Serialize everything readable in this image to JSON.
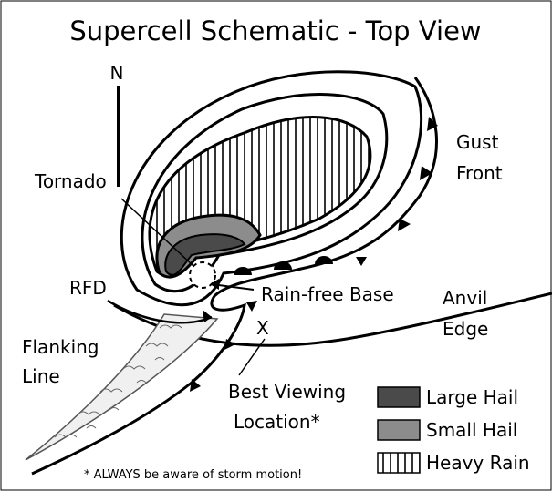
{
  "title": "Supercell Schematic - Top View",
  "north": "N",
  "labels": {
    "tornado": "Tornado",
    "gust_front_1": "Gust",
    "gust_front_2": "Front",
    "rfd": "RFD",
    "rain_free_base": "Rain-free Base",
    "anvil_1": "Anvil",
    "anvil_2": "Edge",
    "flanking_1": "Flanking",
    "flanking_2": "Line",
    "best_view_marker": "X",
    "best_view_1": "Best Viewing",
    "best_view_2": "Location*"
  },
  "legend": [
    {
      "label": "Large Hail",
      "color": "#4a4a4a",
      "pattern": "solid"
    },
    {
      "label": "Small Hail",
      "color": "#8c8c8c",
      "pattern": "solid"
    },
    {
      "label": "Heavy Rain",
      "color": "#ffffff",
      "pattern": "vertical-lines"
    }
  ],
  "footnote": "* ALWAYS be aware of storm motion!"
}
